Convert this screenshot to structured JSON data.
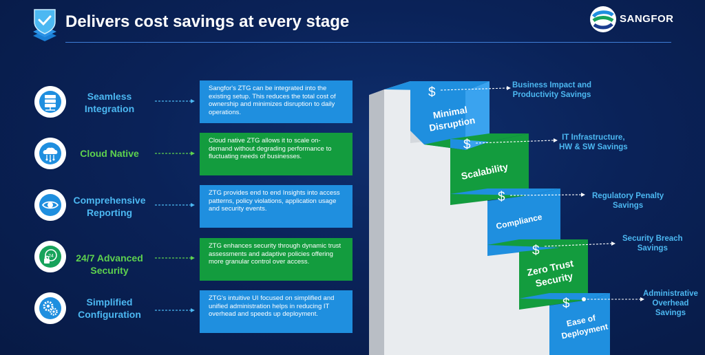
{
  "title": "Delivers cost savings at every stage",
  "brand": {
    "name": "SANGFOR"
  },
  "colors": {
    "blue": "#1f8fdf",
    "green": "#139c3e",
    "label_blue": "#4cb8f2",
    "label_green": "#5ed24e"
  },
  "features": [
    {
      "label": "Seamless Integration",
      "icon": "server-icon",
      "color": "blue",
      "description": "Sangfor's ZTG can be integrated into the existing setup. This reduces the total cost of ownership and minimizes disruption to daily operations."
    },
    {
      "label": "Cloud Native",
      "icon": "cloud-icon",
      "color": "green",
      "description": "Cloud native ZTG allows it to scale on-demand without degrading performance to fluctuating needs of businesses."
    },
    {
      "label": "Comprehensive Reporting",
      "icon": "eye-icon",
      "color": "blue",
      "description": "ZTG provides end to end Insights into access patterns, policy violations, application usage and security events."
    },
    {
      "label": "24/7 Advanced Security",
      "icon": "clock-lock-icon",
      "color": "green",
      "description": "ZTG enhances security through dynamic trust assessments and adaptive policies offering more granular control over access."
    },
    {
      "label": "Simplified Configuration",
      "icon": "gears-icon",
      "color": "blue",
      "description": "ZTG's intuitive UI focused on simplified and unified administration helps in reducing IT overhead and speeds up deployment."
    }
  ],
  "steps": [
    {
      "label_lines": [
        "Minimal",
        "Disruption"
      ],
      "dollar": "$",
      "saving": "Business Impact and Productivity Savings"
    },
    {
      "label_lines": [
        "Scalability"
      ],
      "dollar": "$",
      "saving": "IT Infrastructure, HW & SW Savings"
    },
    {
      "label_lines": [
        "Compliance"
      ],
      "dollar": "$",
      "saving": "Regulatory Penalty Savings"
    },
    {
      "label_lines": [
        "Zero Trust",
        "Security"
      ],
      "dollar": "$",
      "saving": "Security Breach Savings"
    },
    {
      "label_lines": [
        "Ease of",
        "Deployment"
      ],
      "dollar": "$",
      "saving": "Administrative Overhead Savings"
    }
  ]
}
